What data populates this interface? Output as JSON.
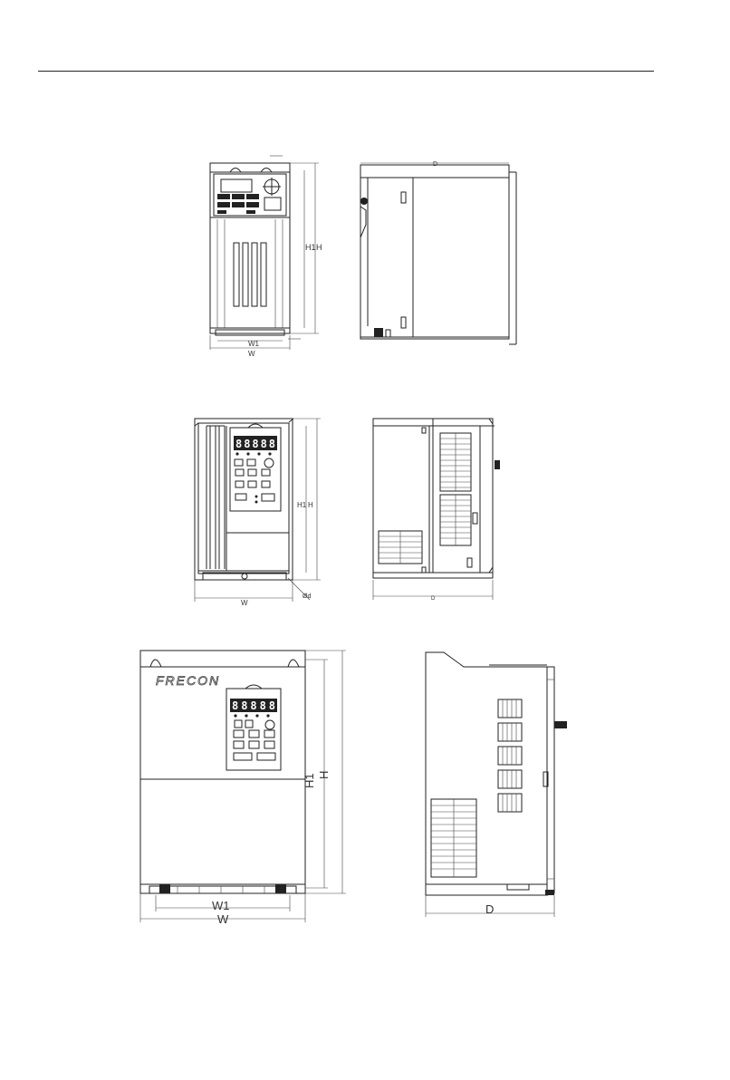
{
  "figures": [
    {
      "id": "small",
      "front": {
        "labels": {
          "w": "W",
          "w1": "W1",
          "h": "H",
          "h1": "H1"
        }
      },
      "side": {
        "labels": {
          "d": "D"
        }
      }
    },
    {
      "id": "medium",
      "front": {
        "labels": {
          "w": "W",
          "h": "H",
          "h1": "H1",
          "d_hole": "Ød"
        },
        "display": "88888"
      },
      "side": {
        "labels": {
          "d": "D"
        }
      }
    },
    {
      "id": "large",
      "front": {
        "labels": {
          "w": "W",
          "w1": "W1",
          "h": "H",
          "h1": "H1"
        },
        "brand": "FRECON",
        "display": "88888"
      },
      "side": {
        "labels": {
          "d": "D"
        }
      }
    }
  ]
}
